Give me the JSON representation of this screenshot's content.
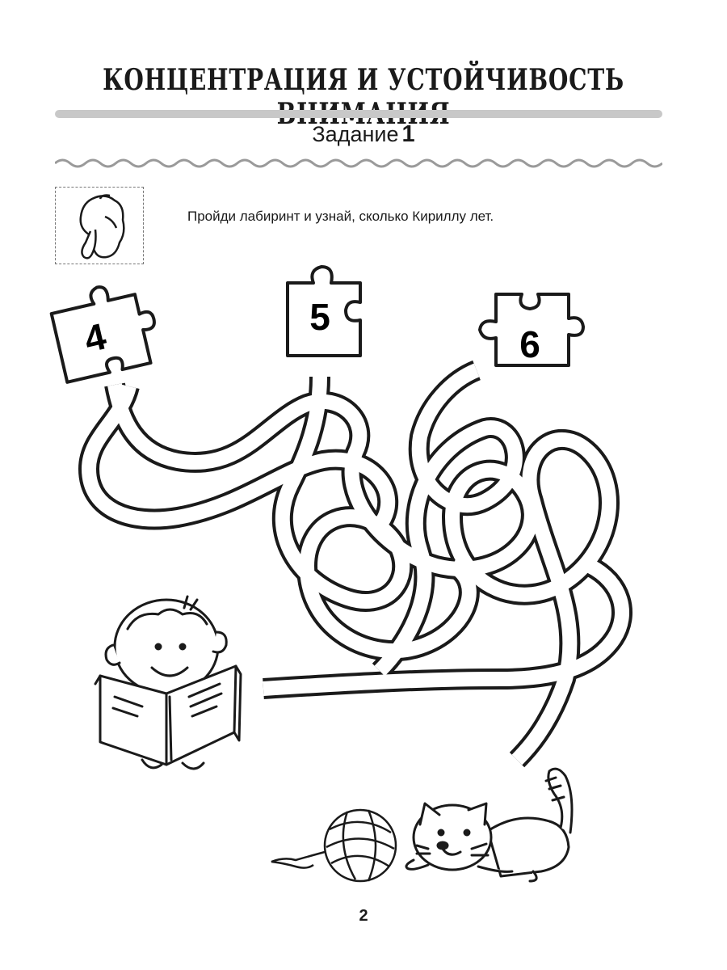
{
  "header": {
    "title": "Концентрация и устойчивость внимания",
    "task_label": "Задание",
    "task_number": "1"
  },
  "instruction": "Пройди лабиринт и узнай, сколько Кириллу лет.",
  "puzzles": [
    {
      "digit": "4"
    },
    {
      "digit": "5"
    },
    {
      "digit": "6"
    }
  ],
  "icons": {
    "hint": "pointing-hand-icon",
    "boy": "boy-reading-book-icon",
    "yarn": "yarn-ball-icon",
    "cat": "cat-icon"
  },
  "colors": {
    "line": "#1a1a1a",
    "title_bar": "#c8c8c8",
    "wave": "#9a9a9a"
  },
  "footer": {
    "page_number": "2"
  }
}
